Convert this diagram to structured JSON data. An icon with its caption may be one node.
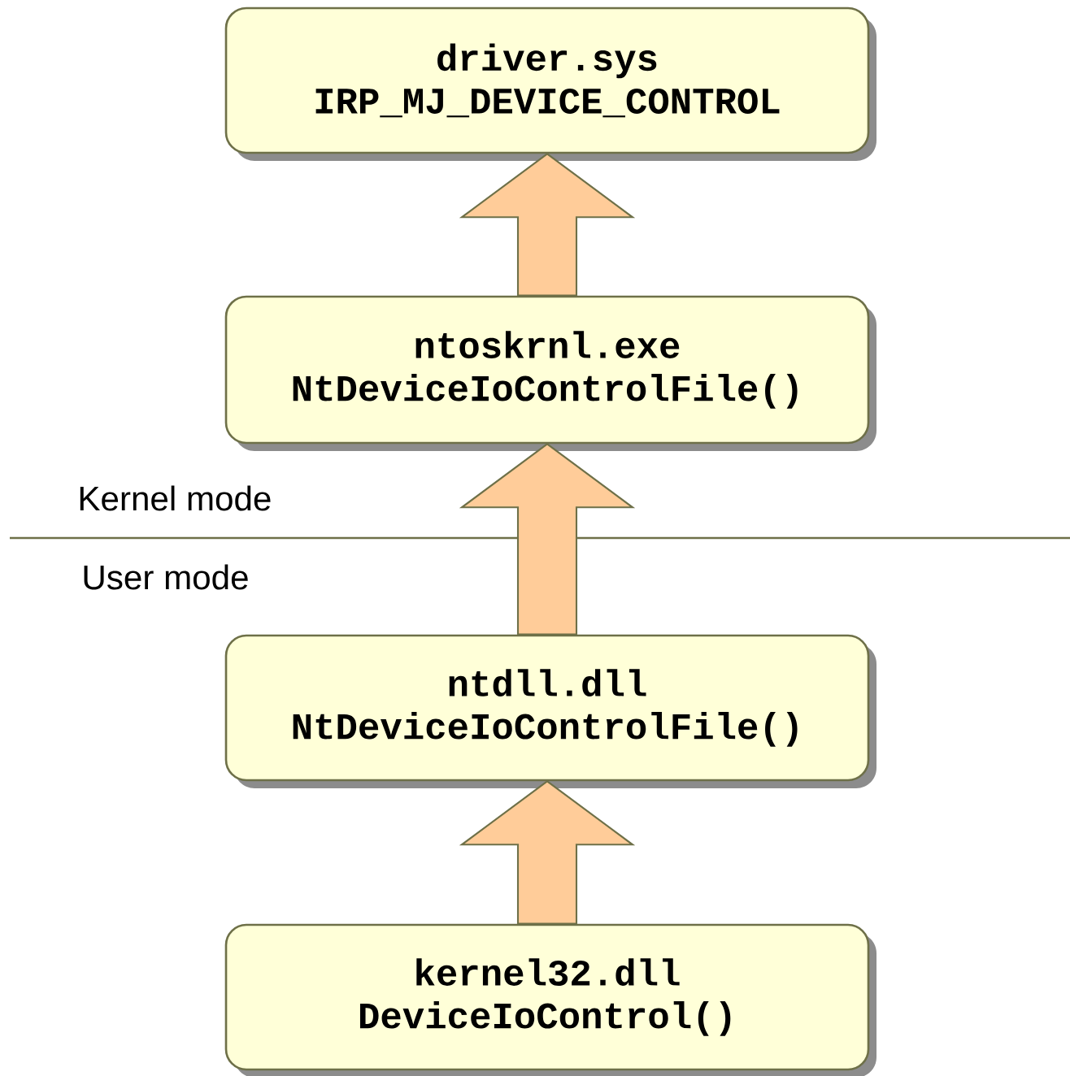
{
  "diagram": {
    "nodes": [
      {
        "text": [
          "driver.sys",
          "IRP_MJ_DEVICE_CONTROL"
        ]
      },
      {
        "text": [
          "ntoskrnl.exe",
          "NtDeviceIoControlFile()"
        ]
      },
      {
        "text": [
          "ntdll.dll",
          "NtDeviceIoControlFile()"
        ]
      },
      {
        "text": [
          "kernel32.dll",
          "DeviceIoControl()"
        ]
      }
    ],
    "edges": [
      {
        "from": 3,
        "to": 2,
        "arrow": "to"
      },
      {
        "from": 2,
        "to": 1,
        "arrow": "to"
      },
      {
        "from": 1,
        "to": 0,
        "arrow": "to"
      }
    ],
    "labels": [
      "Kernel mode",
      "User mode"
    ]
  }
}
